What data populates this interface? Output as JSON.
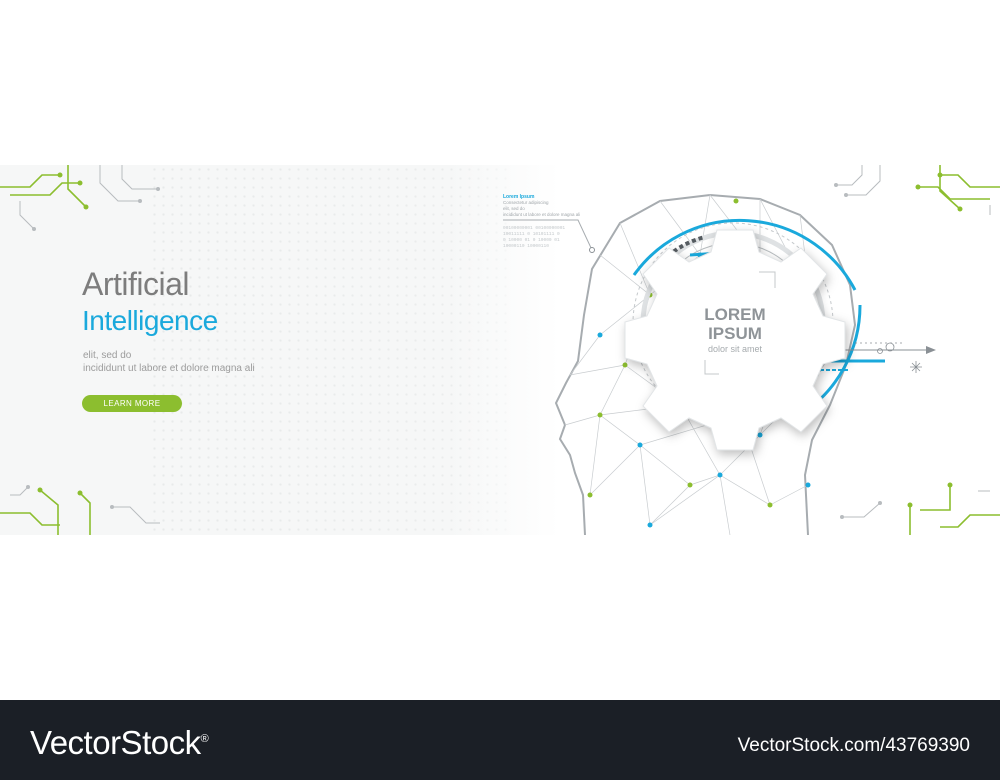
{
  "hero": {
    "title_line1": "Artificial",
    "title_line2": "Intelligence",
    "subtitle_line1": "elit, sed do",
    "subtitle_line2": "incididunt ut labore et dolore magna ali",
    "cta_label": "LEARN MORE"
  },
  "gear": {
    "line1": "LOREM",
    "line2": "IPSUM",
    "line3": "dolor sit amet"
  },
  "callout": {
    "heading": "Lorem Ipsum",
    "line1": "Consectetur adipiscing",
    "line2": "elit, sed do",
    "line3": "incididunt ut labore et dolore magna ali"
  },
  "footer": {
    "brand": "VectorStock",
    "reg": "®",
    "id_text": "VectorStock.com/43769390"
  },
  "colors": {
    "accent_blue": "#1aa9dc",
    "accent_green": "#8cbe2f",
    "footer_bg": "#1b1f26"
  }
}
